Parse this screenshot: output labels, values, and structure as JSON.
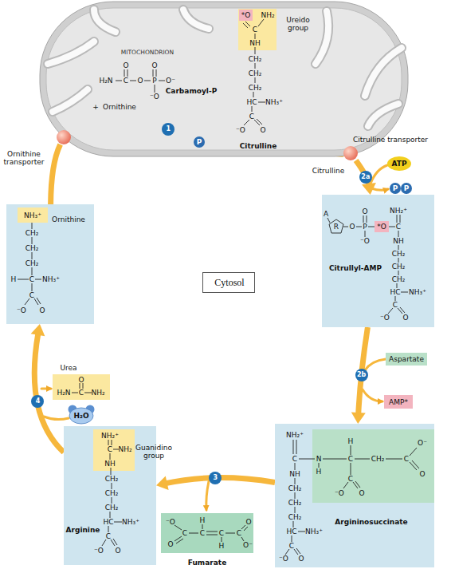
{
  "diagram": {
    "nodes": [
      {
        "text": [
          "MITOCHONDRION"
        ]
      },
      {
        "text": [
          "H₂N",
          "C",
          "O",
          "O",
          "P",
          "O",
          "O⁻",
          "⁻O",
          "Carbamoyl-P"
        ],
        "in": 0
      },
      {
        "text": [
          "CH₂",
          "CH₂",
          "CH₂",
          "HC",
          "NH₃⁺",
          "C",
          "⁻O",
          "O",
          "Citrulline"
        ],
        "in": 0
      },
      {
        "text": [
          "Ureido group",
          "C",
          "NH₂",
          "NH"
        ],
        "in": 2
      },
      {
        "text": [
          "*O"
        ],
        "in": 3
      },
      {
        "text": [
          "P"
        ],
        "in": 0
      },
      {
        "text": [
          "Ornithine transporter"
        ]
      },
      {
        "text": [
          "Citrulline transporter"
        ]
      },
      {
        "text": [
          "ATP"
        ]
      },
      {
        "text": [
          "P"
        ]
      },
      {
        "text": [
          "P"
        ]
      },
      {
        "text": [
          "A",
          "R",
          "O",
          "P",
          "O",
          "⁻O",
          "C",
          "NH₂⁺",
          "NH",
          "CH₂",
          "CH₂",
          "CH₂",
          "HC",
          "NH₃⁺",
          "C",
          "⁻O",
          "O",
          "Citrullyl-AMP"
        ]
      },
      {
        "text": [
          "*O"
        ],
        "in": 11
      },
      {
        "text": [
          "Cytosol"
        ]
      },
      {
        "text": [
          "Aspartate"
        ]
      },
      {
        "text": [
          "AMP*"
        ]
      },
      {
        "text": [
          "NH₂⁺",
          "C",
          "NH",
          "CH₂",
          "CH₂",
          "CH₂",
          "HC",
          "NH₃⁺",
          "C",
          "⁻O",
          "O",
          "Argininosuccinate"
        ]
      },
      {
        "text": [
          "N",
          "H",
          "H",
          "C",
          "CH₂",
          "C",
          "O⁻",
          "O",
          "C",
          "⁻O",
          "O"
        ],
        "in": 16
      },
      {
        "text": [
          "⁻O",
          "O",
          "C",
          "C",
          "H",
          "C",
          "H",
          "C",
          "O",
          "O⁻",
          "Fumarate"
        ]
      },
      {
        "text": [
          "CH₂",
          "CH₂",
          "CH₂",
          "HC",
          "NH₃⁺",
          "C",
          "⁻O",
          "O",
          "Arginine"
        ]
      },
      {
        "text": [
          "Guanidino group",
          "NH₂⁺",
          "C",
          "NH₂",
          "NH"
        ],
        "in": 19
      },
      {
        "text": [
          "Urea",
          "O",
          "H₂N",
          "C",
          "NH₂"
        ]
      },
      {
        "text": [
          "H₂O"
        ]
      },
      {
        "text": [
          "Ornithine",
          "CH₂",
          "CH₂",
          "CH₂",
          "H",
          "C",
          "NH₃⁺",
          "C",
          "⁻O",
          "O"
        ]
      },
      {
        "text": [
          "NH₃⁺"
        ],
        "in": 23
      }
    ],
    "edges": [
      {
        "from": 23,
        "to": 6,
        "arrow": "none"
      },
      {
        "from": 6,
        "to": 2,
        "arrow": "to",
        "label": "1"
      },
      {
        "from": 2,
        "to": 7,
        "arrow": "none"
      },
      {
        "from": 7,
        "to": 11,
        "arrow": "to",
        "label": "2a"
      },
      {
        "from": 11,
        "to": 16,
        "arrow": "to",
        "label": "2b"
      },
      {
        "from": 16,
        "to": 19,
        "arrow": "to",
        "label": "3"
      },
      {
        "from": 19,
        "to": 23,
        "arrow": "to",
        "label": "4"
      }
    ],
    "labels": [
      "+",
      "Ornithine",
      "Citrulline"
    ]
  }
}
